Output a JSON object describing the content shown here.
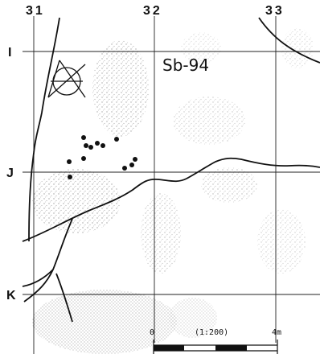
{
  "map": {
    "feature_label": "Sb-94",
    "column_labels": [
      "31",
      "32",
      "33"
    ],
    "row_labels": [
      "I",
      "J",
      "K"
    ],
    "scale": {
      "start": "0",
      "ratio": "(1:200)",
      "end": "4m"
    }
  },
  "colors": {
    "ink": "#111111",
    "stipple": "#888888",
    "background": "#ffffff"
  }
}
